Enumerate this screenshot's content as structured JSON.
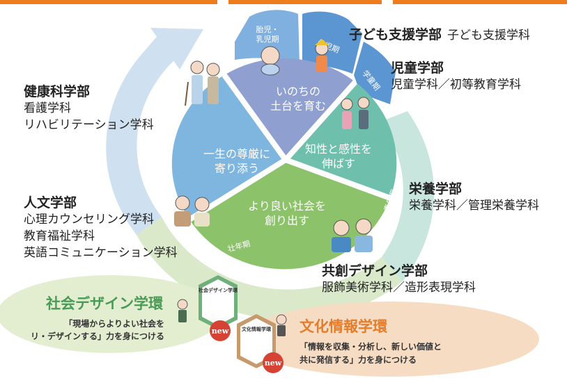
{
  "segments": {
    "top": {
      "line1": "いのちの",
      "line2": "土台を育む"
    },
    "left": {
      "line1": "一生の尊厳に",
      "line2": "寄り添う"
    },
    "right": {
      "line1": "知性と感性を",
      "line2": "伸ばす"
    },
    "bottom": {
      "line1": "より良い社会を",
      "line2": "創り出す"
    }
  },
  "life_stages": {
    "fetal": {
      "line1": "胎児・",
      "line2": "乳児期"
    },
    "infancy": "幼児期",
    "school": "学童期",
    "adolescence": "青年期",
    "adulthood": "壮年期",
    "maturity": "熟年期"
  },
  "departments": {
    "child": {
      "name": "子ども支援学部",
      "sub": "子ども支援学科"
    },
    "jidou": {
      "name": "児童学部",
      "sub": "児童学科／初等教育学科"
    },
    "kenko": {
      "name": "健康科学部",
      "subs": [
        "看護学科",
        "リハビリテーション学科"
      ]
    },
    "jinbun": {
      "name": "人文学部",
      "subs": [
        "心理カウンセリング学科",
        "教育福祉学科",
        "英語コミュニケーション学科"
      ]
    },
    "eiyou": {
      "name": "栄養学部",
      "sub": "栄養学科／管理栄養学科"
    },
    "kyoso": {
      "name": "共創デザイン学部",
      "sub": "服飾美術学科／造形表現学科"
    }
  },
  "programs": {
    "social": {
      "title": "社会デザイン学環",
      "desc1": "「現場からよりよい社会を",
      "desc2": "リ・デザインする」力を身につける",
      "hex_label": "社会デザイン学環",
      "badge": "new"
    },
    "culture": {
      "title": "文化情報学環",
      "desc1": "「情報を収集・分析し、新しい価値と",
      "desc2": "共に発信する」力を身につける",
      "hex_label": "文化情報学環",
      "badge": "new"
    }
  },
  "colors": {
    "orange": "#ee7d20",
    "ring_blue": "#cfe0f0",
    "ring_green": "#d9e9c9",
    "ring_teal": "#c8e6de",
    "seg_top": "#8f9fcf",
    "seg_left": "#7eb6e0",
    "seg_right": "#6fbfad",
    "seg_bottom": "#8cc26a",
    "stage_blue": "#5b95d2"
  }
}
